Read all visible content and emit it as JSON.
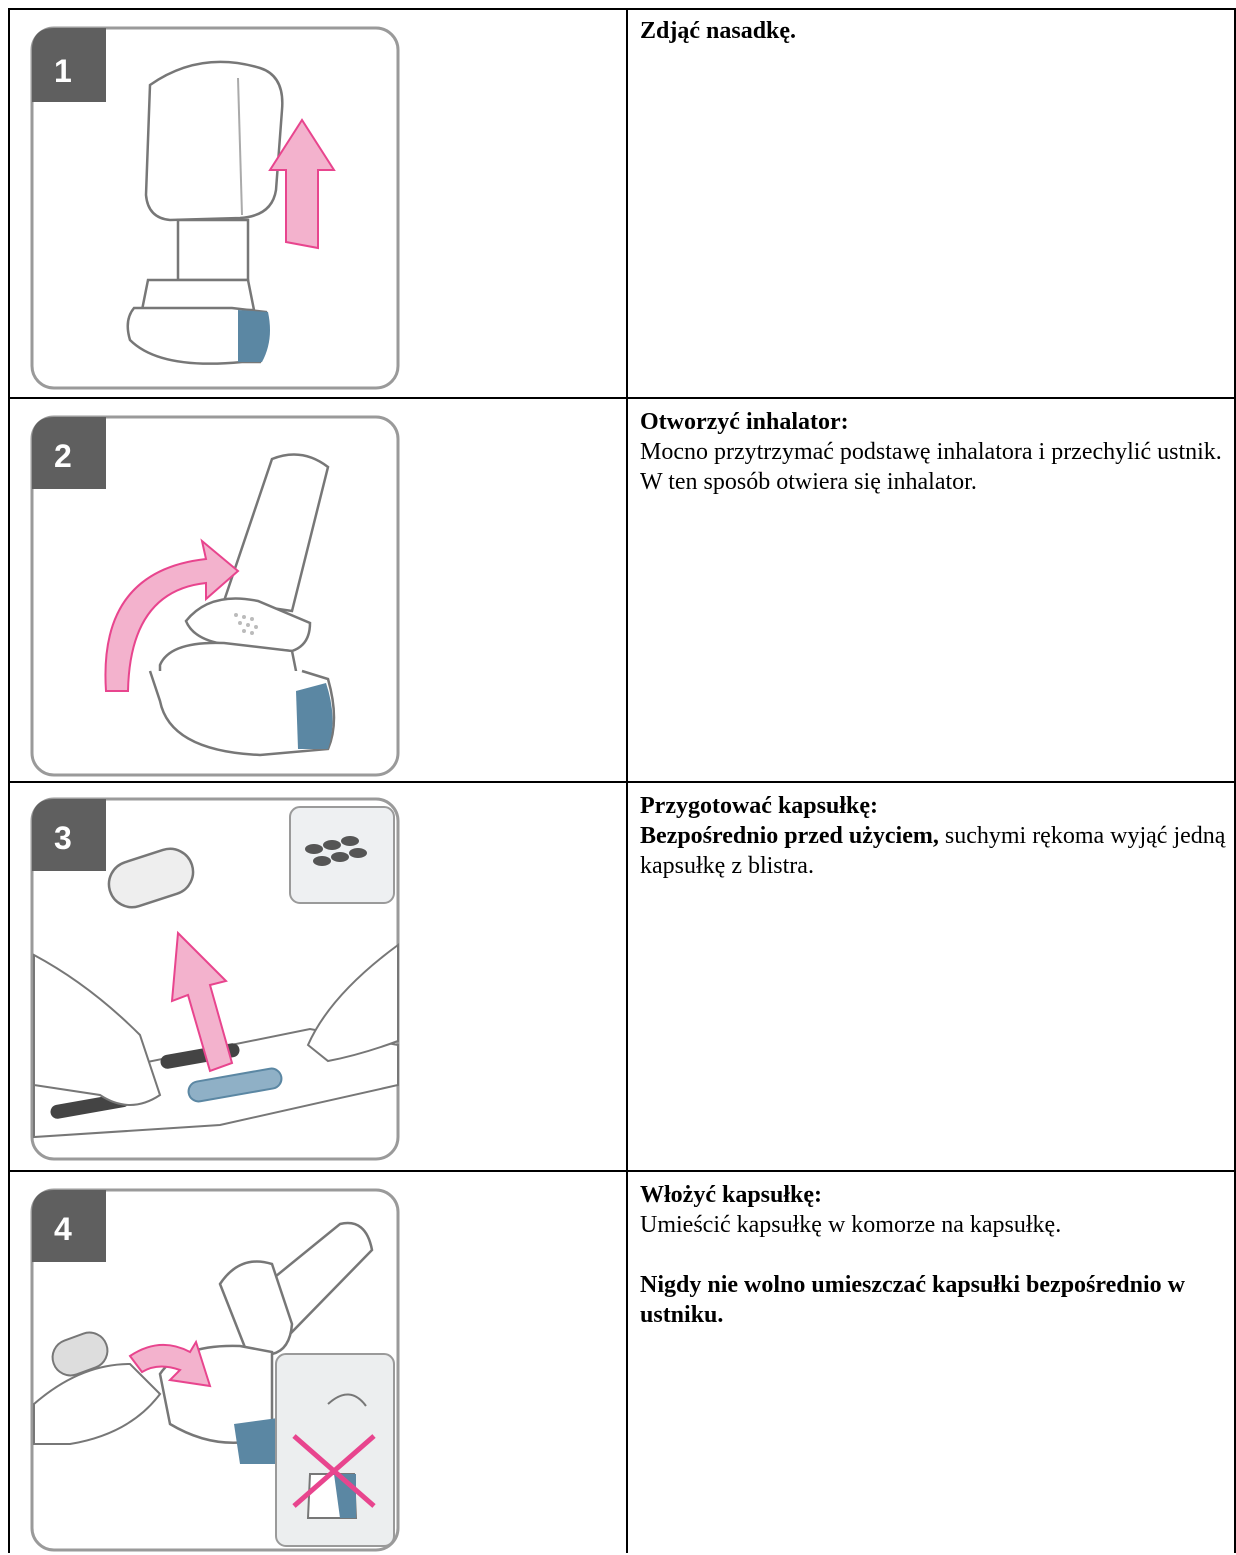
{
  "colors": {
    "badge": "#5f5f5f",
    "accent_pink": "#e8458e",
    "device_blue": "#5b87a3",
    "outline": "#888888"
  },
  "steps": [
    {
      "number": "1",
      "heading": "Zdjąć nasadkę.",
      "illustration": "inhaler-cap-removal"
    },
    {
      "number": "2",
      "heading": "Otworzyć inhalator:",
      "body": "Mocno przytrzymać podstawę inhalatora i przechylić ustnik. W ten sposób otwiera się inhalator.",
      "illustration": "inhaler-opening"
    },
    {
      "number": "3",
      "heading": "Przygotować kapsułkę:",
      "body_bold": "Bezpośrednio przed użyciem,",
      "body": " suchymi rękoma wyjąć jedną kapsułkę z blistra.",
      "illustration": "capsule-from-blister"
    },
    {
      "number": "4",
      "heading": "Włożyć kapsułkę:",
      "body": "Umieścić kapsułkę w komorze na kapsułkę.",
      "warning": "Nigdy nie wolno umieszczać kapsułki bezpośrednio w ustniku.",
      "illustration": "capsule-insertion"
    }
  ]
}
